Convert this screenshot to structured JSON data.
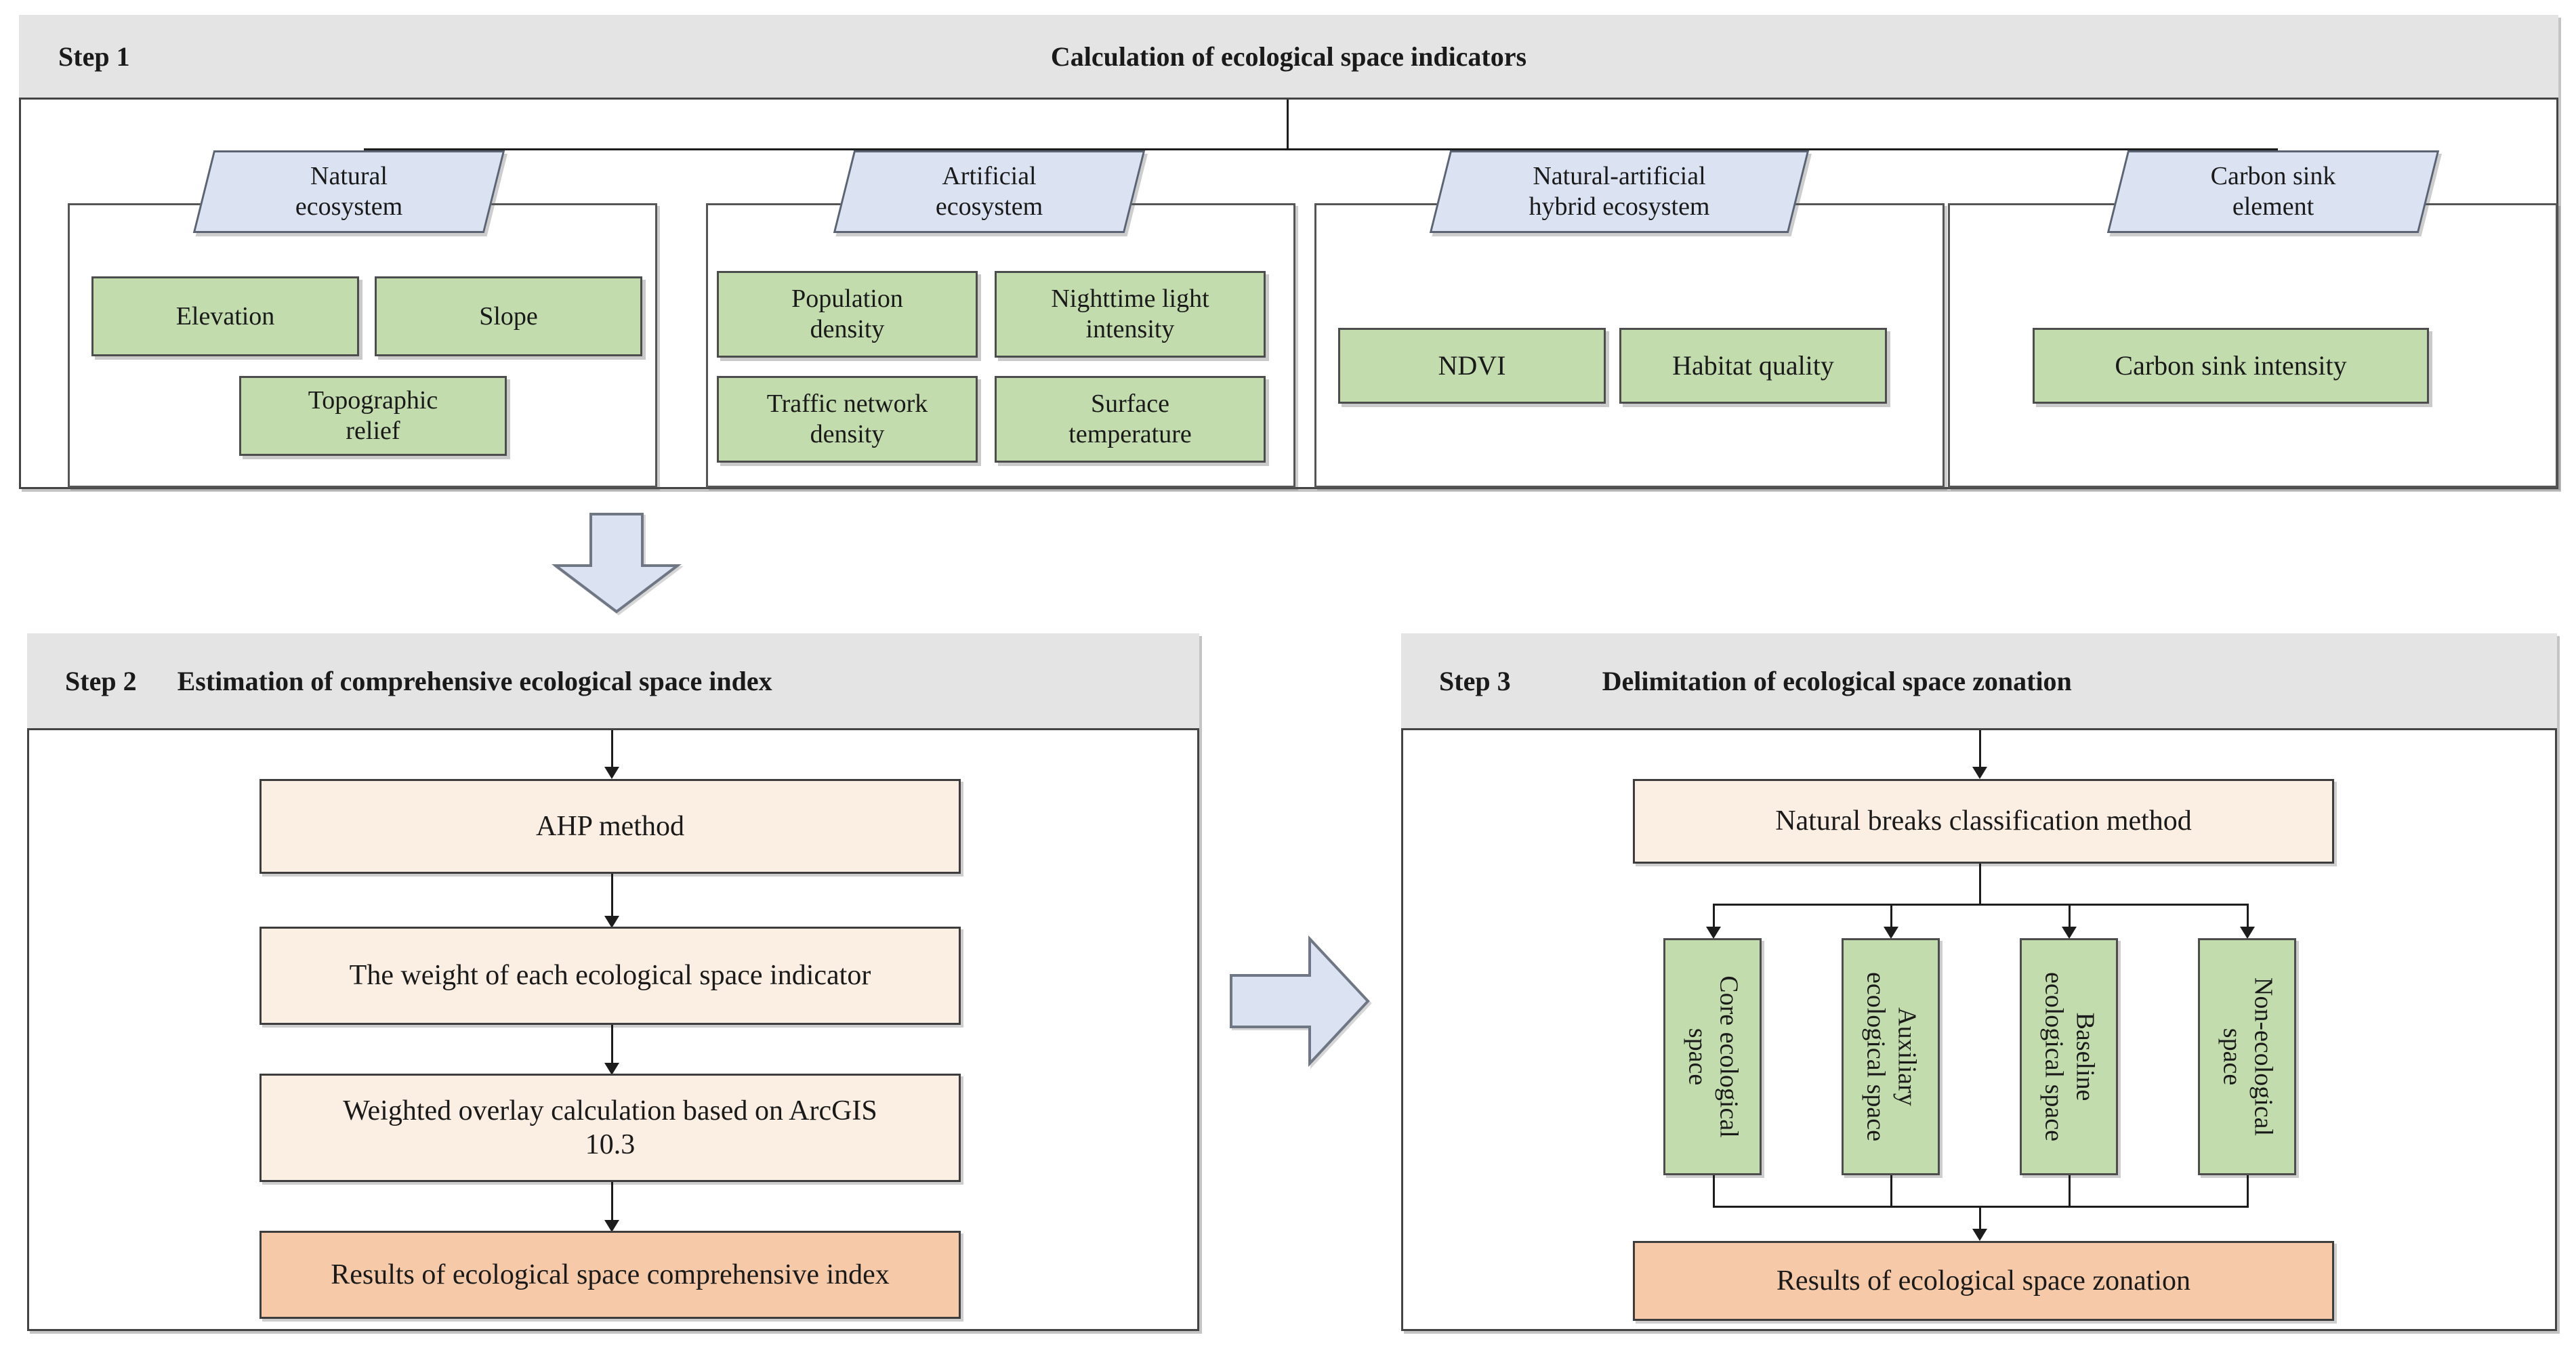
{
  "step1": {
    "label": "Step 1",
    "title": "Calculation of ecological space indicators",
    "groups": [
      {
        "category": "Natural\necosystem",
        "indicators": [
          "Elevation",
          "Slope",
          "Topographic\nrelief"
        ]
      },
      {
        "category": "Artificial\necosystem",
        "indicators": [
          "Population\ndensity",
          "Nighttime light\nintensity",
          "Traffic network\ndensity",
          "Surface\ntemperature"
        ]
      },
      {
        "category": "Natural-artificial\nhybrid ecosystem",
        "indicators": [
          "NDVI",
          "Habitat quality"
        ]
      },
      {
        "category": "Carbon sink\nelement",
        "indicators": [
          "Carbon sink intensity"
        ]
      }
    ]
  },
  "step2": {
    "label": "Step 2",
    "title": "Estimation  of comprehensive ecological space index",
    "flow": [
      "AHP method",
      "The weight of each ecological space indicator",
      "Weighted overlay calculation based on ArcGIS\n10.3"
    ],
    "result": "Results of ecological space comprehensive index"
  },
  "step3": {
    "label": "Step 3",
    "title": "Delimitation of ecological space zonation",
    "method": "Natural breaks classification method",
    "zones": [
      "Core ecological\nspace",
      "Auxiliary\necological space",
      "Baseline\necological space",
      "Non-ecological\nspace"
    ],
    "result": "Results of ecological space zonation"
  },
  "connectors": {
    "step1_to_step2": "down-block-arrow",
    "step2_to_step3": "right-block-arrow"
  },
  "colors": {
    "header_bg": "#e4e4e4",
    "category_fill": "#dbe3f3",
    "indicator_fill": "#c3dcae",
    "method_fill": "#fbeee2",
    "result_fill": "#f6caa8",
    "stroke": "#444444",
    "connector": "#1c1c1c"
  }
}
